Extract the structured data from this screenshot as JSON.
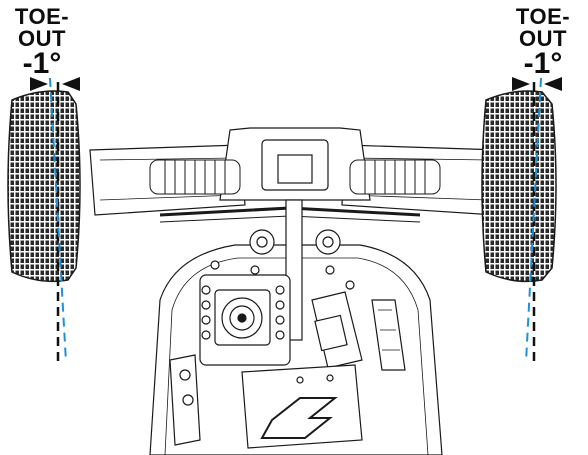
{
  "left_wheel": {
    "title": "TOE-OUT",
    "value": "-1°"
  },
  "right_wheel": {
    "title": "TOE-OUT",
    "value": "-1°"
  },
  "colors": {
    "reference_line": "#111111",
    "toe_line": "#1e90d6",
    "ink": "#1a1a1a"
  },
  "icons": [
    "arrow-right-icon",
    "arrow-left-icon",
    "chassis-logo-icon"
  ]
}
